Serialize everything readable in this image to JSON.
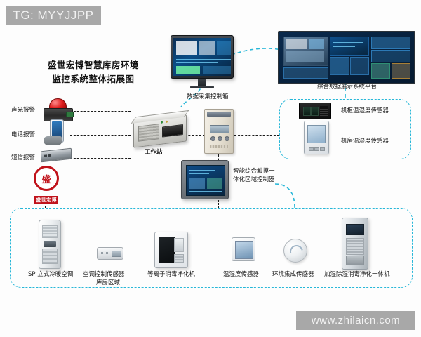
{
  "watermarks": {
    "top": "TG: MYYJJPP",
    "bottom": "www.zhilaicn.com"
  },
  "title": {
    "line1": "盛世宏博智慧库房环境",
    "line2": "监控系统整体拓展图"
  },
  "brand": {
    "mark": "盛",
    "name": "盛世宏博"
  },
  "left_alarms": [
    {
      "label": "声光报警",
      "icon": "alarm-beacon-icon"
    },
    {
      "label": "电话报警",
      "icon": "phone-alarm-icon"
    },
    {
      "label": "短信报警",
      "icon": "sms-modem-icon"
    }
  ],
  "core": {
    "workstation": "工作站",
    "daq_box": "数据采集控制箱",
    "area_controller": "智能综合触摸一\n体化区域控制器",
    "area_controller_line1": "智能综合触摸一",
    "area_controller_line2": "体化区域控制器"
  },
  "display_platform": {
    "label": "综合数据展示系统平台"
  },
  "right_group": {
    "items": [
      {
        "label": "机柜温湿度传感器",
        "icon": "cabinet-sensor-icon"
      },
      {
        "label": "机房温湿度传感器",
        "icon": "room-sensor-icon"
      }
    ]
  },
  "bottom_group": {
    "zone_label": "库房区域",
    "items": [
      {
        "label": "SP 立式冷暖空调",
        "icon": "floor-ac-icon"
      },
      {
        "label": "空调控制传感器",
        "icon": "ac-control-sensor-icon"
      },
      {
        "label": "等离子消毒净化机",
        "icon": "plasma-purifier-icon"
      },
      {
        "label": "温湿度传感器",
        "icon": "temp-humidity-sensor-icon"
      },
      {
        "label": "环境集成传感器",
        "icon": "environment-integrated-sensor-icon"
      },
      {
        "label": "加湿除湿消毒净化一体机",
        "icon": "all-in-one-humidifier-icon"
      }
    ]
  },
  "colors": {
    "group_dash": "#27b7d8",
    "brand_red": "#c0121a",
    "watermark_bg": "#a8a8a8",
    "screen_blue": "#0a4d86"
  }
}
